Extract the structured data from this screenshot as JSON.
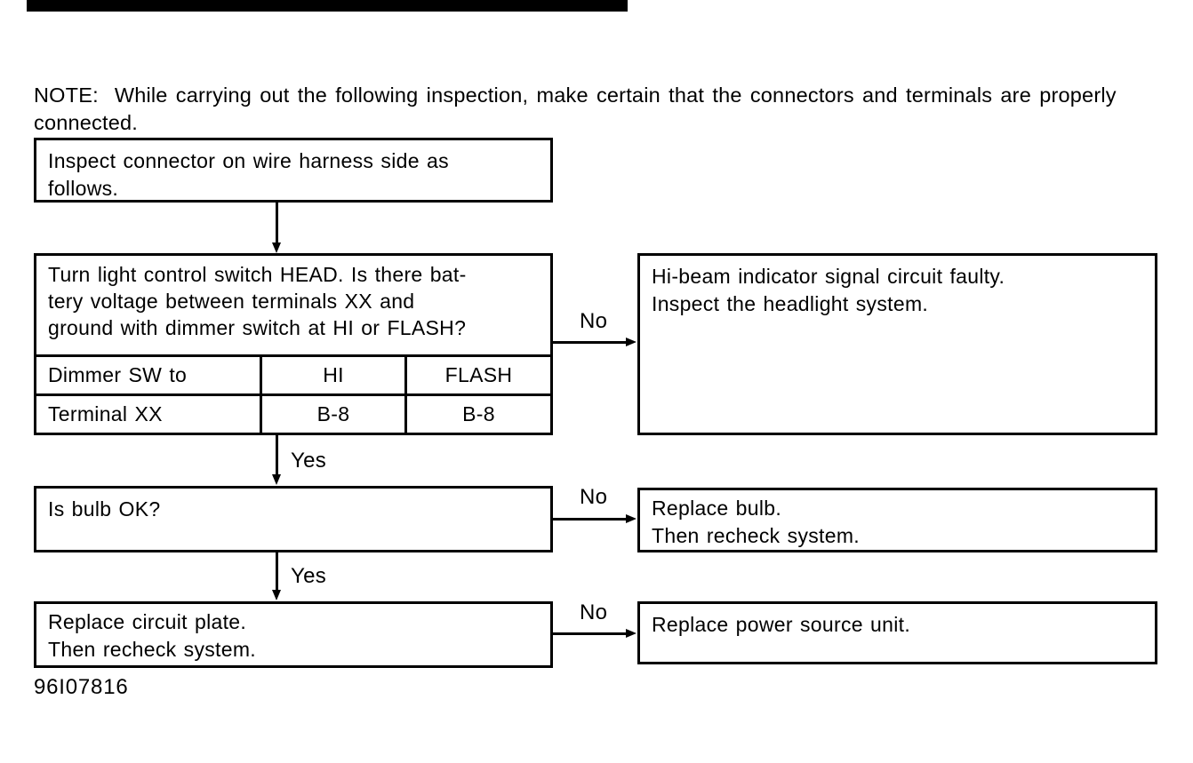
{
  "page": {
    "background": "#ffffff",
    "ink": "#000000"
  },
  "note": {
    "label": "NOTE:",
    "body": "While carrying out the following inspection, make certain that the connectors and terminals are properly connected."
  },
  "connectors": {
    "yes": "Yes",
    "no": "No"
  },
  "flowchart": {
    "step1": {
      "lines": [
        "Inspect connector on wire harness side as",
        "follows."
      ]
    },
    "step2": {
      "question_lines": [
        "Turn light control switch HEAD. Is there bat-",
        "tery voltage between terminals XX and",
        "ground with dimmer switch at HI or FLASH?"
      ],
      "table": {
        "rows": [
          [
            "Dimmer SW to",
            "HI",
            "FLASH"
          ],
          [
            "Terminal XX",
            "B-8",
            "B-8"
          ]
        ]
      }
    },
    "step2_no": {
      "lines": [
        "Hi-beam indicator signal circuit faulty.",
        "Inspect the headlight system."
      ]
    },
    "step3": {
      "lines": [
        "Is bulb OK?"
      ]
    },
    "step3_no": {
      "lines": [
        "Replace bulb.",
        "Then recheck system."
      ]
    },
    "step4": {
      "lines": [
        "Replace circuit plate.",
        "Then recheck system."
      ]
    },
    "step4_no": {
      "lines": [
        "Replace power source unit."
      ]
    }
  },
  "footer": {
    "figure_code": "96I07816"
  }
}
